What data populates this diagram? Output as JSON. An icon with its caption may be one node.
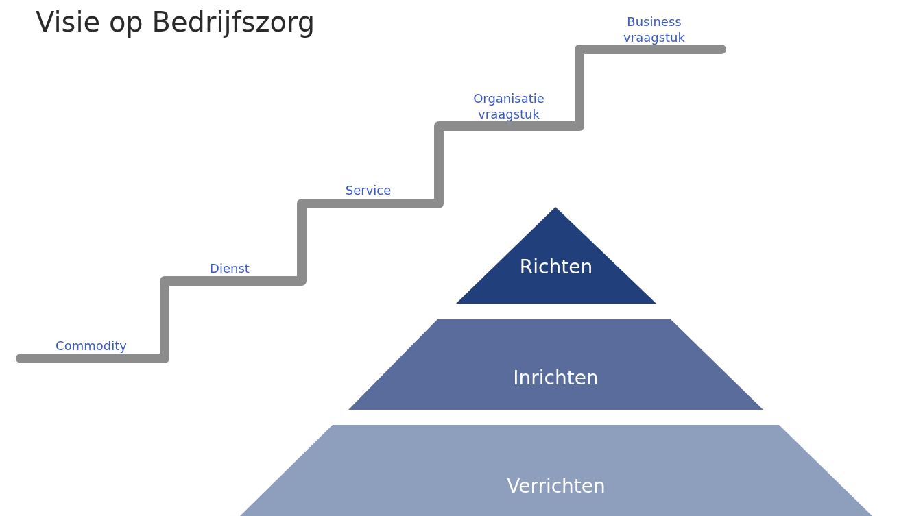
{
  "diagram": {
    "title": "Visie op Bedrijfszorg",
    "nodes": [
      {
        "text": [
          "Richten"
        ]
      },
      {
        "text": [
          "Inrichten"
        ]
      },
      {
        "text": [
          "Verrichten"
        ]
      }
    ],
    "labels": [
      "Business vraagstuk",
      "Organisatie vraagstuk",
      "Service",
      "Dienst",
      "Commodity"
    ]
  }
}
